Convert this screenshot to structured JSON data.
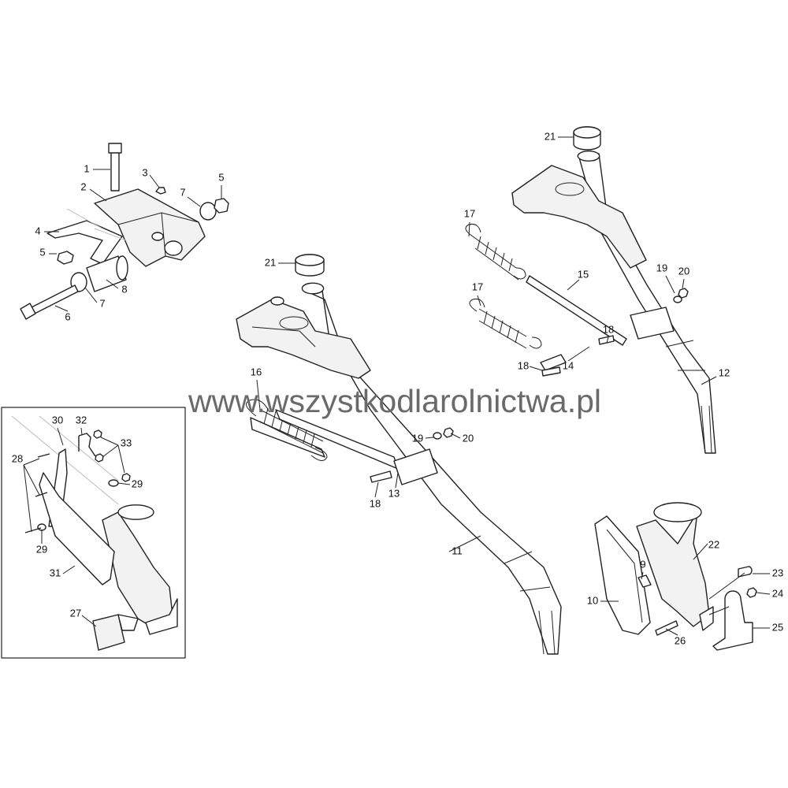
{
  "watermark": "www.wszystkodlarolnictwa.pl",
  "callouts": [
    "1",
    "2",
    "3",
    "5",
    "7",
    "4",
    "5",
    "8",
    "7",
    "6",
    "21",
    "16",
    "19",
    "20",
    "18",
    "13",
    "11",
    "21",
    "17",
    "15",
    "17",
    "19",
    "20",
    "18",
    "18",
    "14",
    "12",
    "22",
    "9",
    "23",
    "24",
    "10",
    "25",
    "26",
    "30",
    "32",
    "33",
    "28",
    "29",
    "29",
    "31",
    "27"
  ]
}
